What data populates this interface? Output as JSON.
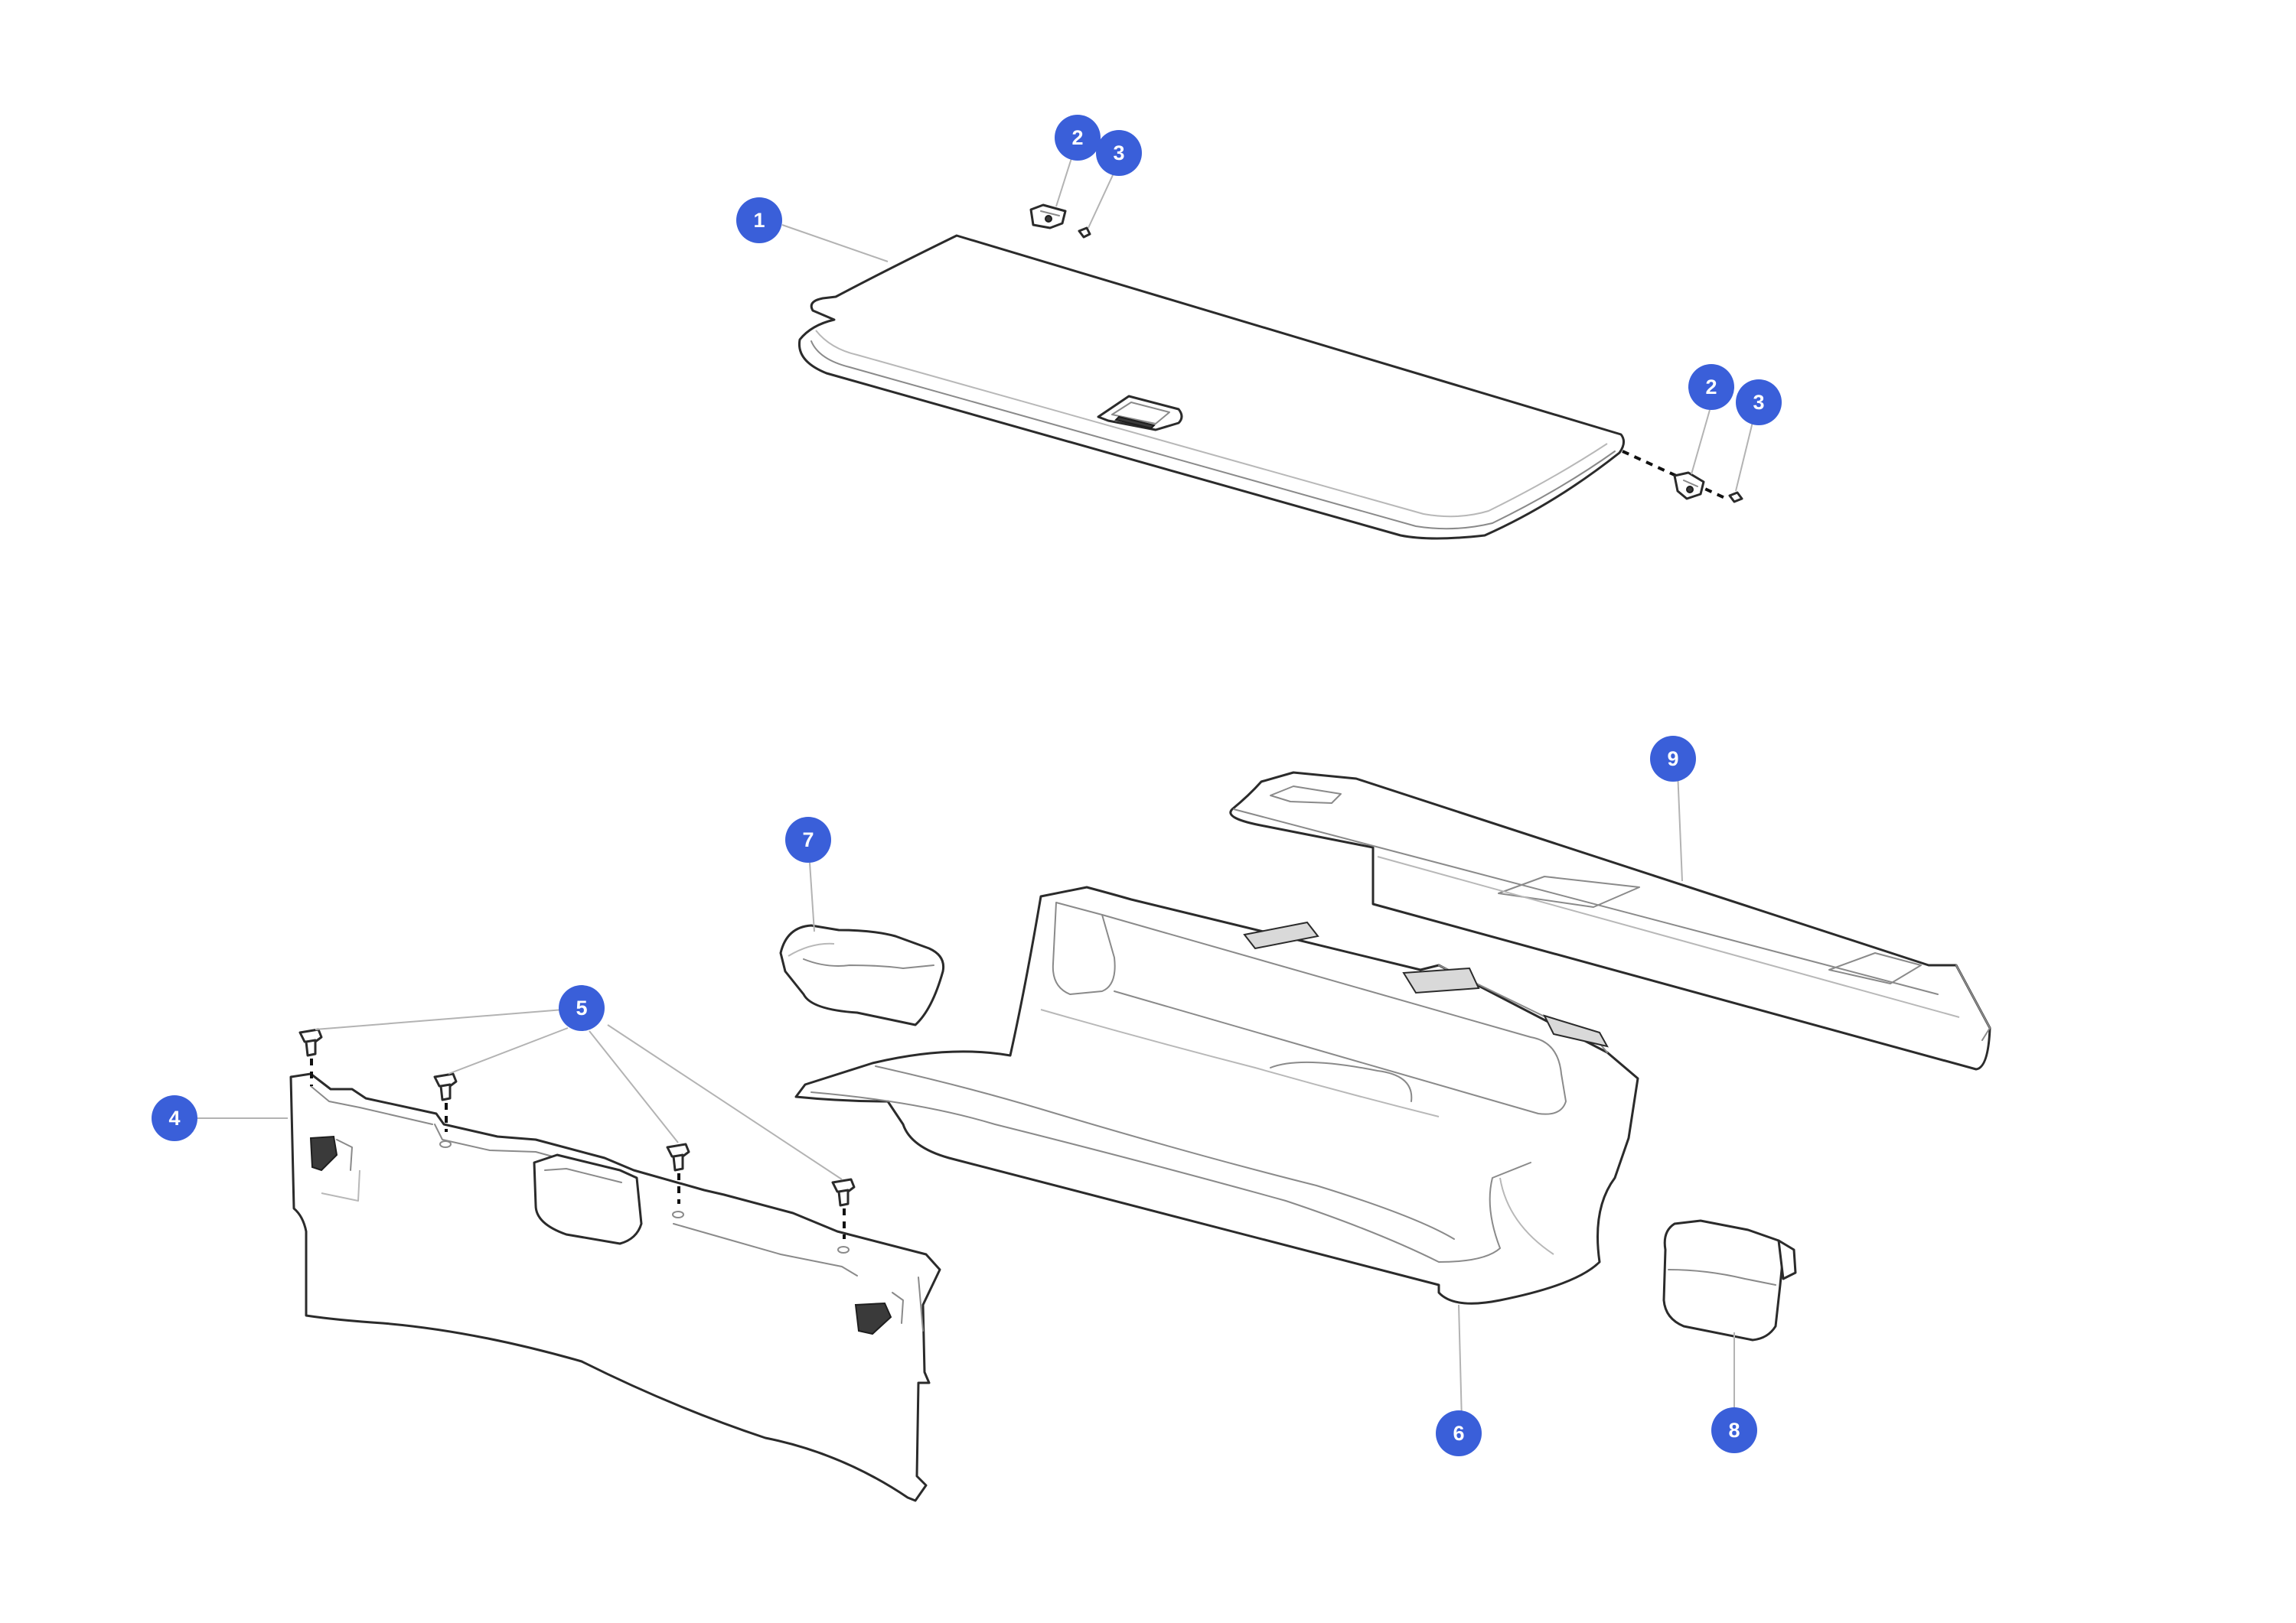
{
  "diagram": {
    "accent_color": "#3a5fd9",
    "callouts": [
      {
        "id": "c1",
        "label": "1"
      },
      {
        "id": "c2a",
        "label": "2"
      },
      {
        "id": "c3a",
        "label": "3"
      },
      {
        "id": "c2b",
        "label": "2"
      },
      {
        "id": "c3b",
        "label": "3"
      },
      {
        "id": "c4",
        "label": "4"
      },
      {
        "id": "c5",
        "label": "5"
      },
      {
        "id": "c6",
        "label": "6"
      },
      {
        "id": "c7",
        "label": "7"
      },
      {
        "id": "c8",
        "label": "8"
      },
      {
        "id": "c9",
        "label": "9"
      }
    ]
  }
}
